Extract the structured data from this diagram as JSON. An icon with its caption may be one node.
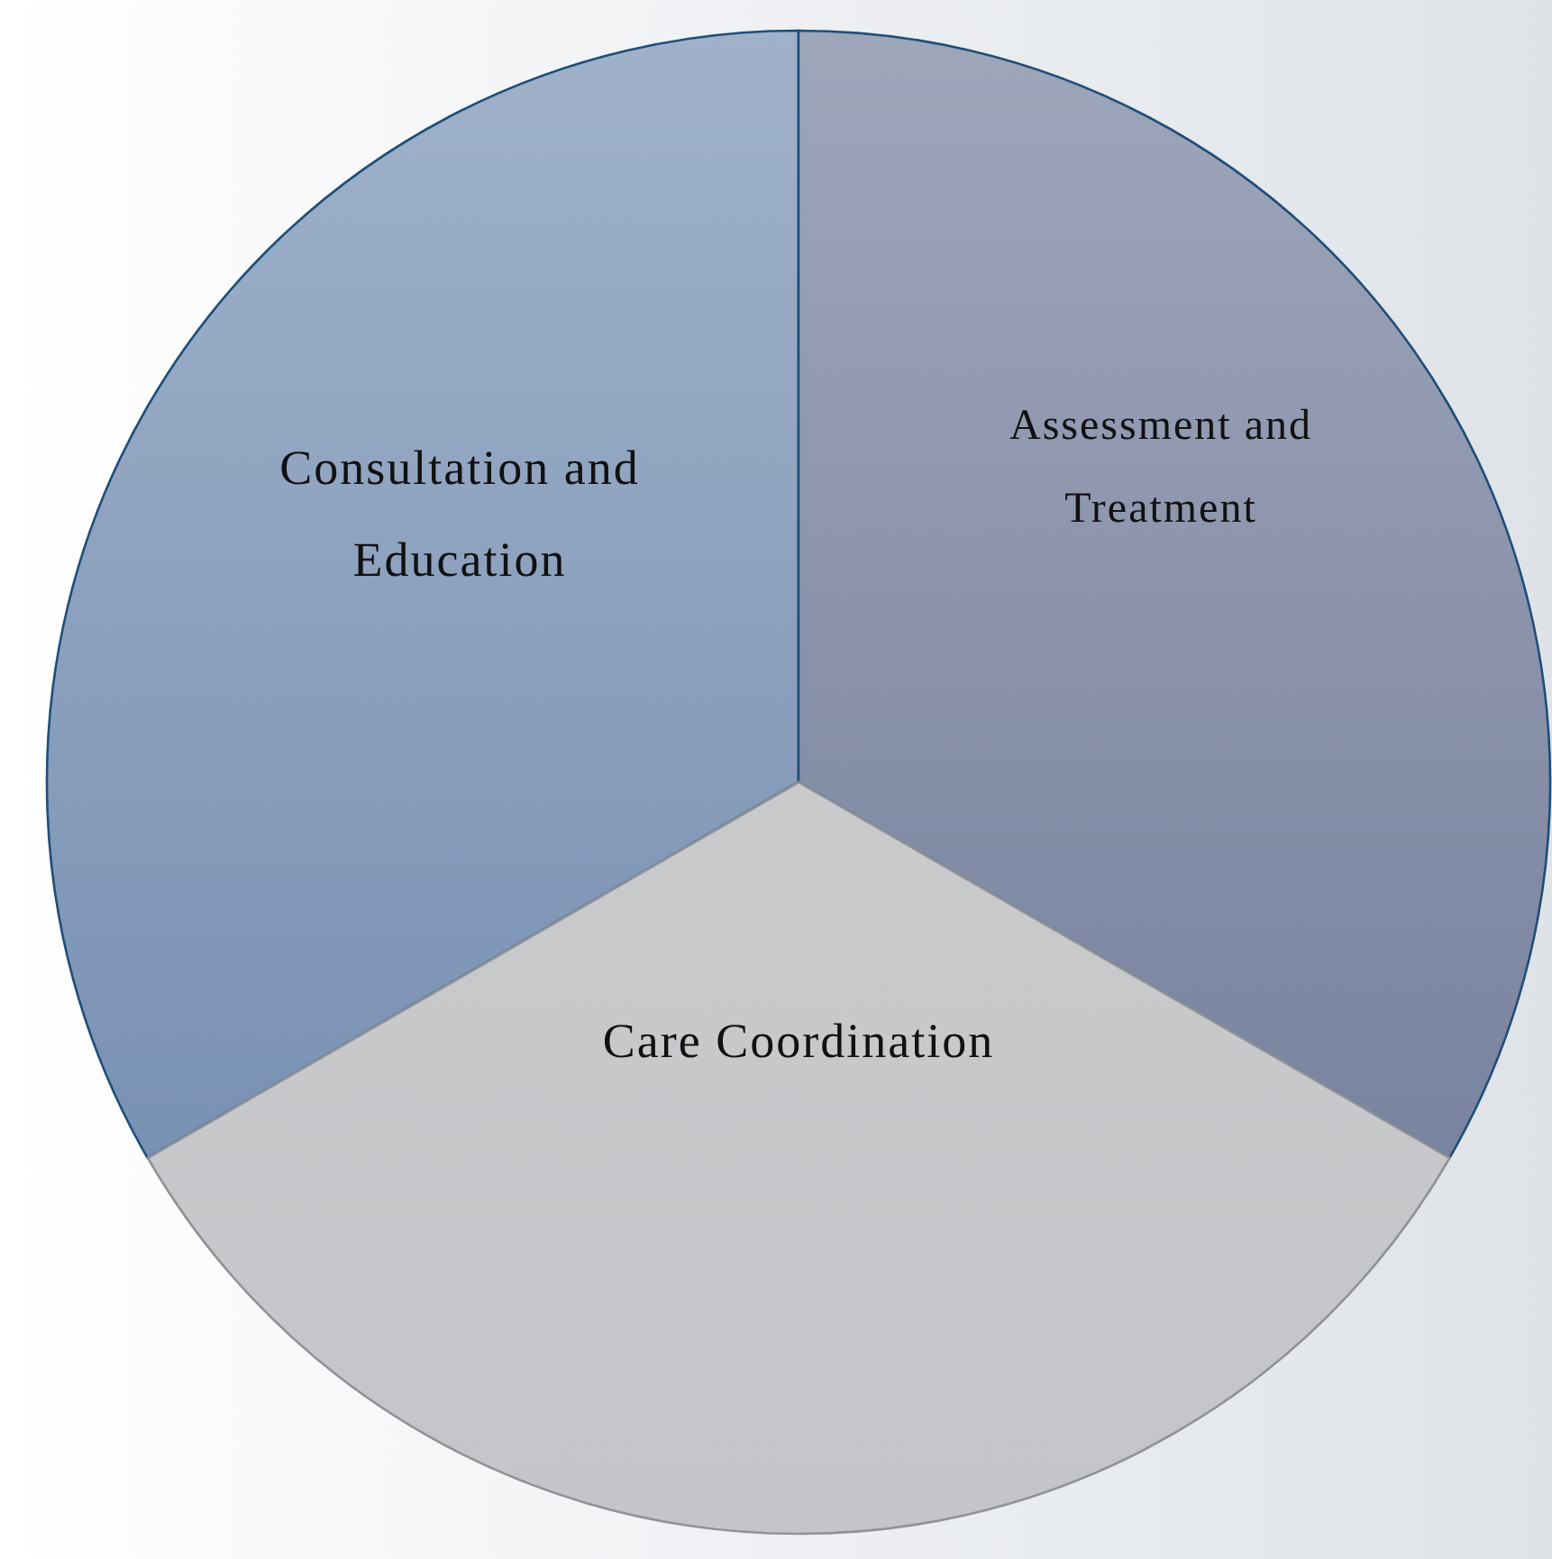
{
  "diagram": {
    "nodes": [
      {
        "text": [
          "Consultation and Education"
        ]
      },
      {
        "text": [
          "Assessment and Treatment"
        ]
      },
      {
        "text": [
          "Care Coordination"
        ]
      }
    ],
    "edges": []
  }
}
